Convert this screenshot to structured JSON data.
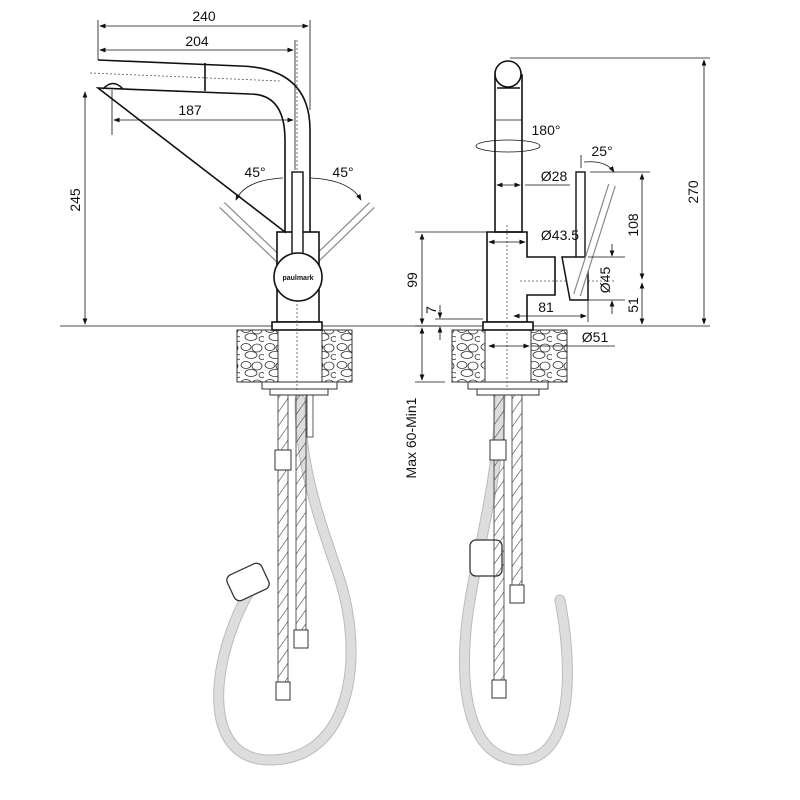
{
  "front_view": {
    "dimensions": {
      "overall_reach": "240",
      "spout_reach": "204",
      "outlet_reach": "187",
      "height": "245",
      "handle_angle_left": "45°",
      "handle_angle_right": "45°"
    },
    "logo": "paulmark"
  },
  "side_view": {
    "dimensions": {
      "total_height": "270",
      "rotation": "180°",
      "handle_tilt": "25°",
      "spout_diameter": "Ø28",
      "body_diameter": "Ø43.5",
      "cartridge_diameter": "Ø45",
      "handle_height": "108",
      "cartridge_height": "51",
      "body_height": "99",
      "base_height": "7",
      "handle_offset": "81",
      "mount_diameter": "Ø51",
      "countertop_thickness": "Max 60-Min1"
    }
  },
  "colors": {
    "line": "#111111",
    "hose": "#dddddd"
  }
}
